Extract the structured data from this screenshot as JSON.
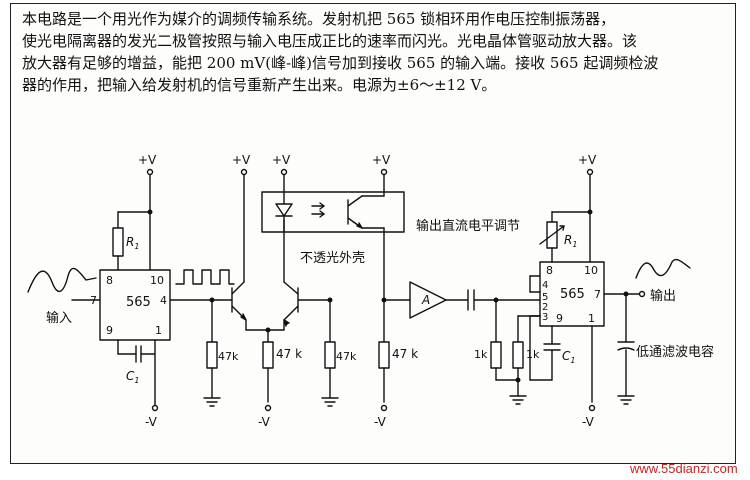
{
  "description_lines": [
    "本电路是一个用光作为媒介的调频传输系统。发射机把 565 锁相环用作电压控制振荡器，",
    "使光电隔离器的发光二极管按照与输入电压成正比的速率而闪光。光电晶体管驱动放大器。该",
    "放大器有足够的增益，能把 200 mV(峰-峰)信号加到接收 565 的输入端。接收 565 起调频检波",
    "器的作用，把输入给发射机的信号重新产生出来。电源为±6～±12 V。"
  ],
  "labels": {
    "plus_v": "+V",
    "minus_v": "-V",
    "input": "输入",
    "output": "输出",
    "ic_name": "565",
    "r1": "R",
    "r1_sub": "1",
    "c1": "C",
    "c1_sub": "1",
    "res_47k": "47k",
    "res_47_k": "47 k",
    "res_1k": "1k",
    "amp": "A",
    "opaque_case": "不透光外壳",
    "dc_level_adjust": "输出直流电平调节",
    "lowpass_cap": "低通滤波电容"
  },
  "tx_pins": {
    "p8": "8",
    "p10": "10",
    "p7": "7",
    "p4": "4",
    "p9": "9",
    "p1": "1"
  },
  "rx_pins": {
    "p8": "8",
    "p10": "10",
    "p2": "2",
    "p3": "3",
    "p4": "4",
    "p5": "5",
    "p7": "7",
    "p9": "9",
    "p1": "1"
  },
  "watermark": "www.55dianzi.com",
  "colors": {
    "line": "#111111",
    "watermark": "#cc2222"
  }
}
